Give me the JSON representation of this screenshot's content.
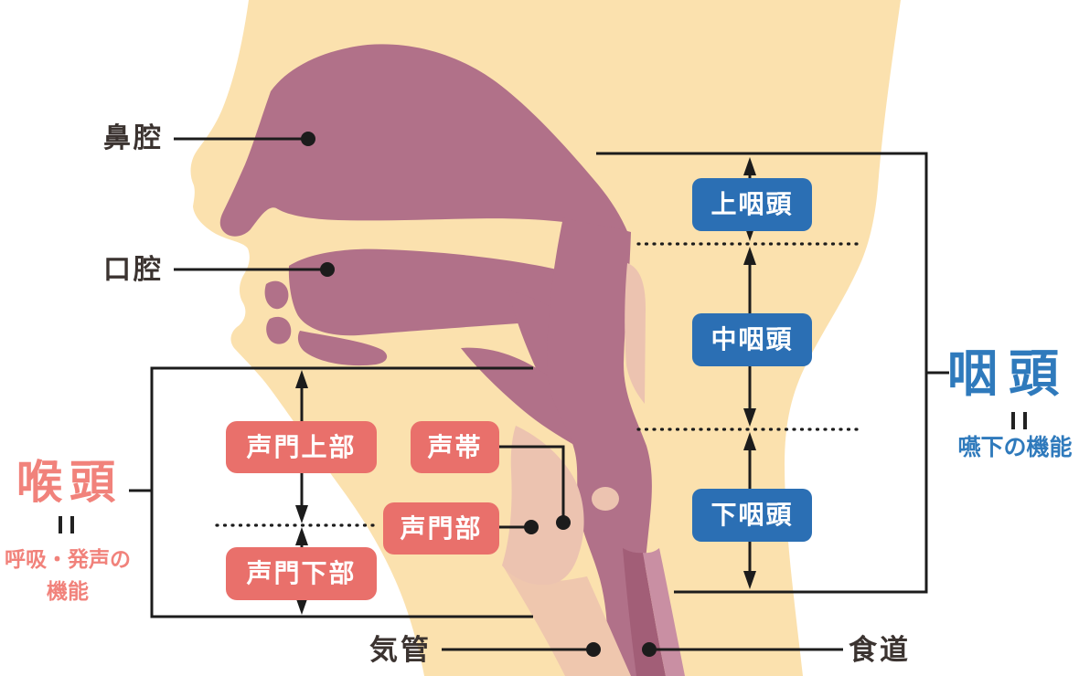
{
  "labels": {
    "nasal_cavity": "鼻腔",
    "oral_cavity": "口腔",
    "trachea": "気管",
    "esophagus": "食道"
  },
  "pharynx_group": {
    "title": "咽頭",
    "function": "嚥下の機能",
    "sections": [
      {
        "label": "上咽頭"
      },
      {
        "label": "中咽頭"
      },
      {
        "label": "下咽頭"
      }
    ]
  },
  "larynx_group": {
    "title": "喉頭",
    "function_line1": "呼吸・発声の",
    "function_line2": "機能",
    "sections": [
      {
        "label": "声門上部"
      },
      {
        "label": "声帯"
      },
      {
        "label": "声門部"
      },
      {
        "label": "声門下部"
      }
    ]
  },
  "icons": {
    "larynx_equals": "equals-icon",
    "pharynx_equals": "equals-icon"
  },
  "colors": {
    "skin": "#FBE1AE",
    "airway": "#B17189",
    "cartilage": "#ECC3B0",
    "trachea_tube": "#EFC7AE",
    "esophagus_tube": "#A25E77",
    "esophagus_tube_light": "#C98FA3",
    "blue_button": "#2B6FB4",
    "red_button": "#E9706B",
    "blue_text": "#2F7ABC",
    "red_text": "#F1827B",
    "line": "#1C1C1C",
    "dark_text": "#3B3330"
  }
}
